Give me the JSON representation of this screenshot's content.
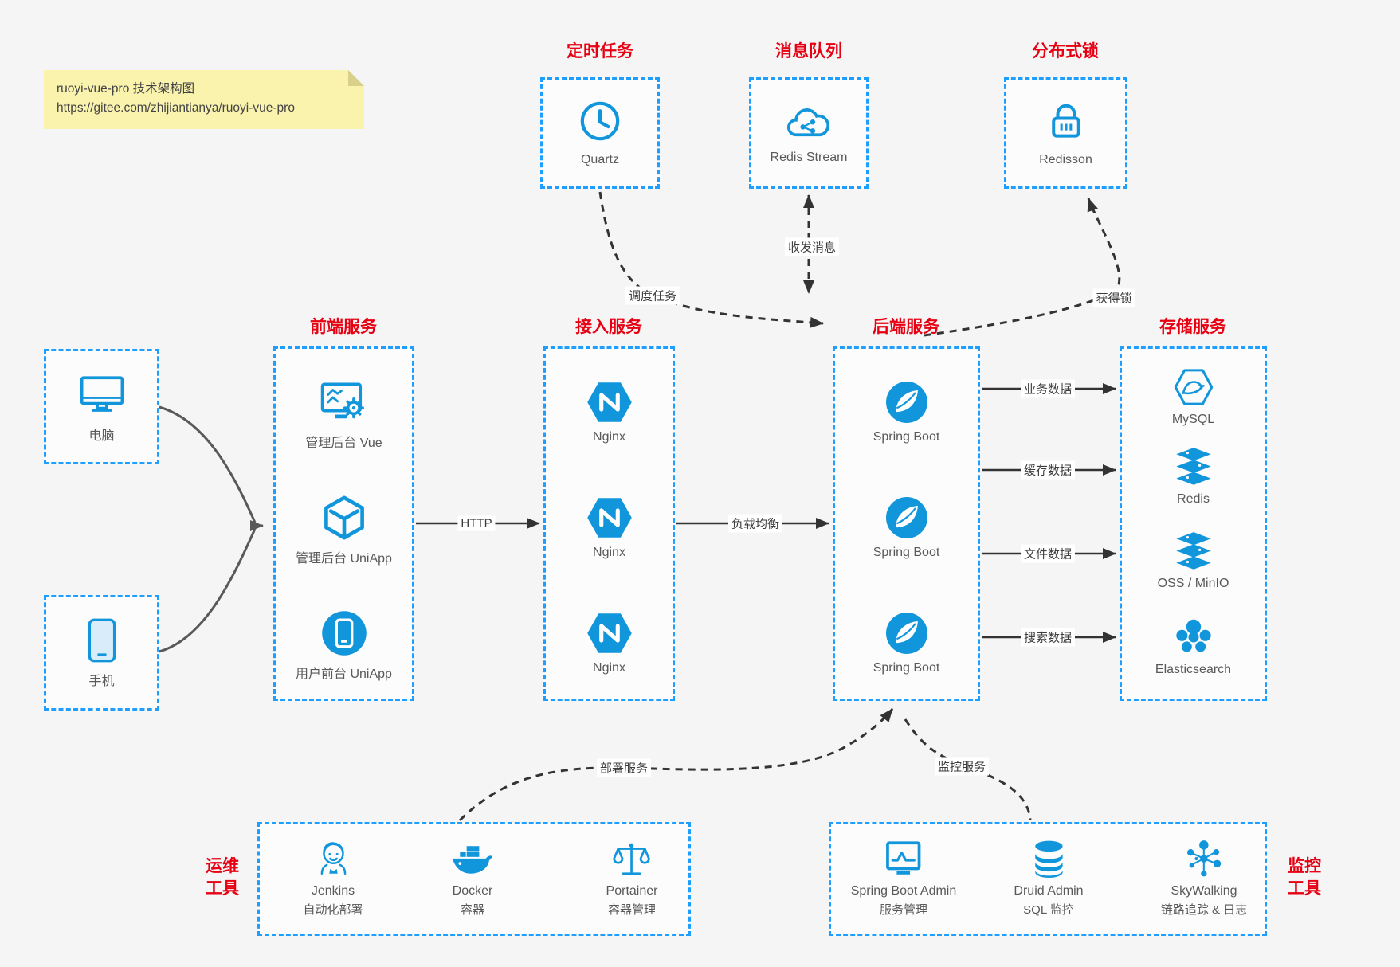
{
  "note": {
    "line1": "ruoyi-vue-pro 技术架构图",
    "line2": "https://gitee.com/zhijiantianya/ruoyi-vue-pro"
  },
  "top": {
    "scheduler": {
      "title": "定时任务",
      "label": "Quartz",
      "icon": "clock-icon"
    },
    "mq": {
      "title": "消息队列",
      "label": "Redis Stream",
      "icon": "cloud-mq-icon"
    },
    "lock": {
      "title": "分布式锁",
      "label": "Redisson",
      "icon": "lock-icon"
    }
  },
  "clients": {
    "pc": {
      "label": "电脑",
      "icon": "desktop-icon"
    },
    "mobile": {
      "label": "手机",
      "icon": "phone-icon"
    }
  },
  "frontend": {
    "title": "前端服务",
    "items": [
      {
        "label": "管理后台 Vue",
        "icon": "admin-vue-icon"
      },
      {
        "label": "管理后台 UniApp",
        "icon": "cube-icon"
      },
      {
        "label": "用户前台 UniApp",
        "icon": "user-app-icon"
      }
    ]
  },
  "gateway": {
    "title": "接入服务",
    "items": [
      {
        "label": "Nginx",
        "icon": "nginx-icon"
      },
      {
        "label": "Nginx",
        "icon": "nginx-icon"
      },
      {
        "label": "Nginx",
        "icon": "nginx-icon"
      }
    ]
  },
  "backend": {
    "title": "后端服务",
    "items": [
      {
        "label": "Spring Boot",
        "icon": "spring-boot-icon"
      },
      {
        "label": "Spring Boot",
        "icon": "spring-boot-icon"
      },
      {
        "label": "Spring Boot",
        "icon": "spring-boot-icon"
      }
    ]
  },
  "storage": {
    "title": "存储服务",
    "items": [
      {
        "label": "MySQL",
        "icon": "mysql-icon"
      },
      {
        "label": "Redis",
        "icon": "redis-stack-icon"
      },
      {
        "label": "OSS / MinIO",
        "icon": "storage-stack-icon"
      },
      {
        "label": "Elasticsearch",
        "icon": "elasticsearch-icon"
      }
    ]
  },
  "ops": {
    "title_line1": "运维",
    "title_line2": "工具",
    "items": [
      {
        "name": "Jenkins",
        "desc": "自动化部署",
        "icon": "jenkins-icon"
      },
      {
        "name": "Docker",
        "desc": "容器",
        "icon": "docker-icon"
      },
      {
        "name": "Portainer",
        "desc": "容器管理",
        "icon": "portainer-icon"
      }
    ]
  },
  "monitor_tools": {
    "title_line1": "监控",
    "title_line2": "工具",
    "items": [
      {
        "name": "Spring Boot Admin",
        "desc": "服务管理",
        "icon": "monitor-chart-icon"
      },
      {
        "name": "Druid Admin",
        "desc": "SQL 监控",
        "icon": "database-icon"
      },
      {
        "name": "SkyWalking",
        "desc": "链路追踪 & 日志",
        "icon": "topology-icon"
      }
    ]
  },
  "edges": {
    "http": "HTTP",
    "load_balance": "负载均衡",
    "schedule_task": "调度任务",
    "send_receive": "收发消息",
    "acquire_lock": "获得锁",
    "business_data": "业务数据",
    "cache_data": "缓存数据",
    "file_data": "文件数据",
    "search_data": "搜索数据",
    "deploy_service": "部署服务",
    "monitor_service": "监控服务"
  },
  "colors": {
    "icon_blue": "#1296db",
    "border_blue": "#1e9fff",
    "title_red": "#e60012",
    "note_bg": "#faf3ae",
    "arrow_dark": "#333333",
    "arrow_gray": "#595959"
  }
}
